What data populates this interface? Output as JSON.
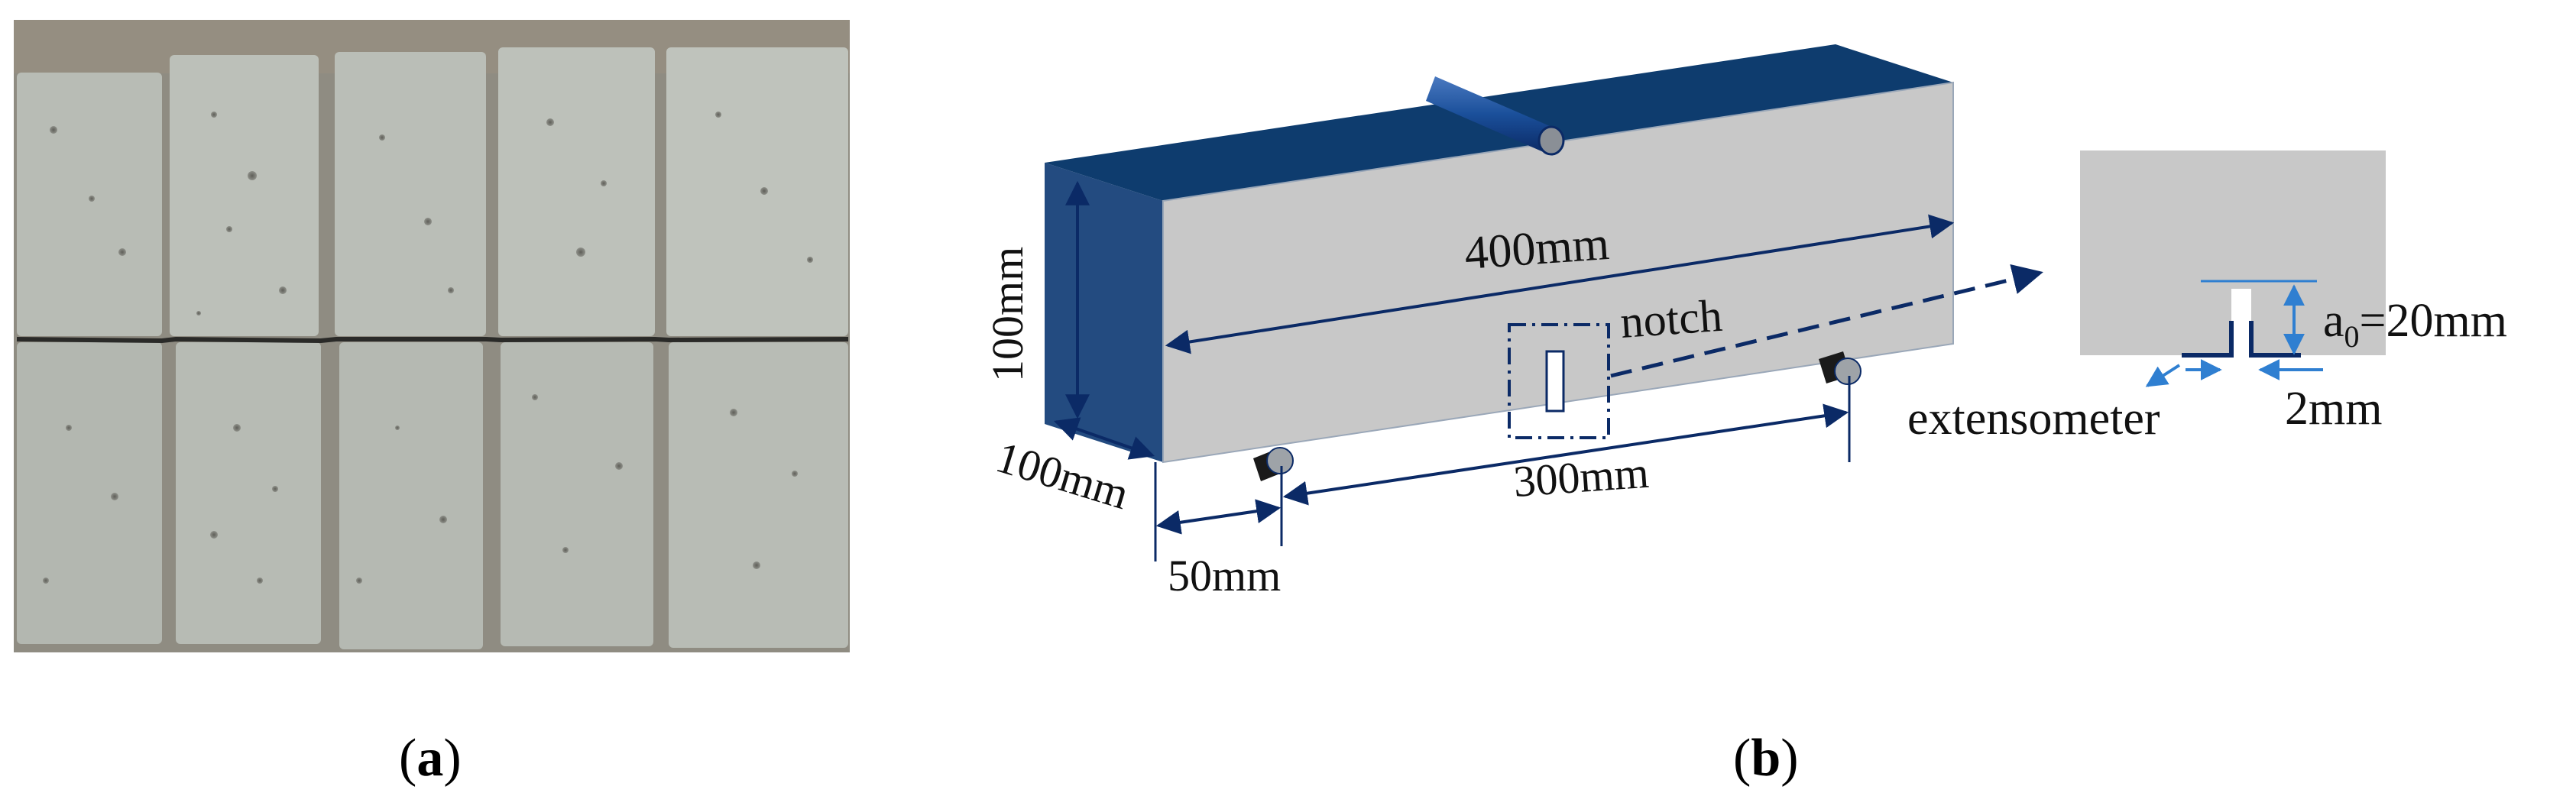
{
  "panels": {
    "a": {
      "caption_open": "(",
      "caption_letter": "a",
      "caption_close": ")",
      "photo_description_icon": "concrete-specimen-photo"
    },
    "b": {
      "caption_open": "(",
      "caption_letter": "b",
      "caption_close": ")"
    }
  },
  "diagram": {
    "height_label": "100mm",
    "depth_label": "100mm",
    "length_label": "400mm",
    "notch_label": "notch",
    "span_label": "300mm",
    "overhang_label": "50mm",
    "notch_depth_label_prefix": "a",
    "notch_depth_label_sub": "0",
    "notch_depth_label_suffix": "=20mm",
    "extensometer_label": "extensometer",
    "notch_width_label": "2mm"
  },
  "colors": {
    "beam_face": "#c8c8c8",
    "beam_dark": "#0e3c6e",
    "beam_end": "#234b80",
    "arrow_navy": "#0b2a66",
    "arrow_blue": "#2f7fd1",
    "photo_bg": "#8c8a82",
    "block": "#b5b9b2"
  }
}
